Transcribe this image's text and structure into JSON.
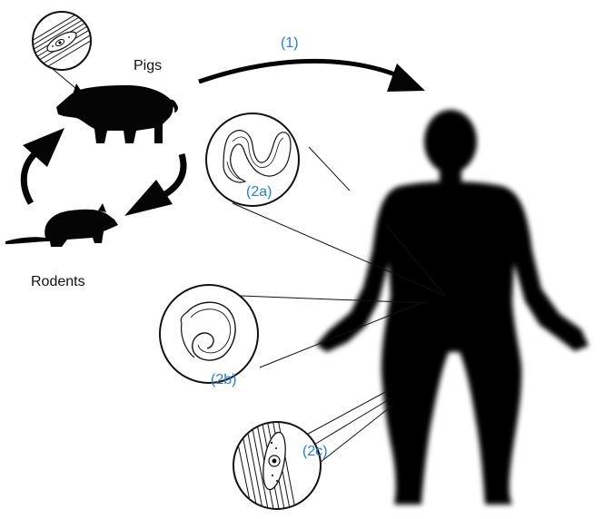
{
  "labels": {
    "pigs": "Pigs",
    "rodents": "Rodents",
    "step1": "(1)",
    "step2a": "(2a)",
    "step2b": "(2b)",
    "step2c": "(2c)"
  },
  "colors": {
    "label_text": "#111111",
    "step_text": "#1f7fe0",
    "silhouette": "#050505",
    "outline": "#111111"
  },
  "icons": {
    "pig": "pig-silhouette-icon",
    "rat": "rat-silhouette-icon",
    "human": "human-silhouette-icon",
    "muscle_cyst": "encysted-larva-icon",
    "adult_worm": "adult-worm-icon",
    "coiled_larva": "coiled-larva-icon"
  }
}
